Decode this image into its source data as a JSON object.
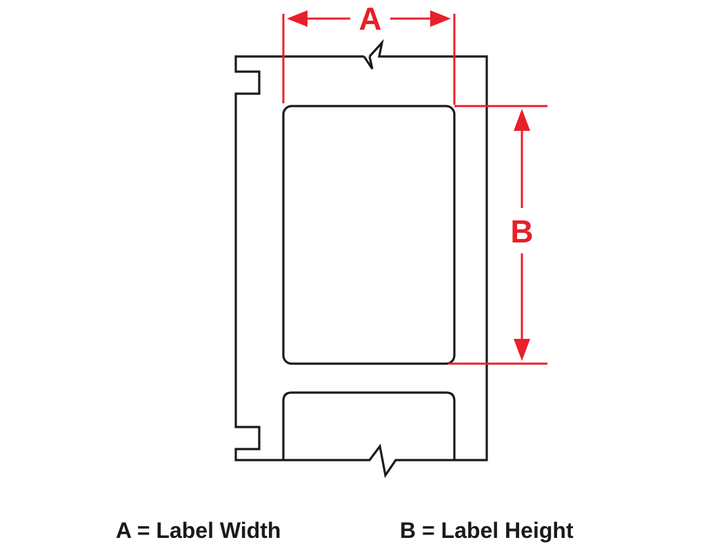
{
  "diagram": {
    "dimension_a_letter": "A",
    "dimension_b_letter": "B",
    "colors": {
      "dimension": "#e8202a",
      "outline": "#1a1a1a",
      "background": "#ffffff"
    }
  },
  "legend": {
    "a_text": "A = Label Width",
    "b_text": "B = Label Height"
  }
}
